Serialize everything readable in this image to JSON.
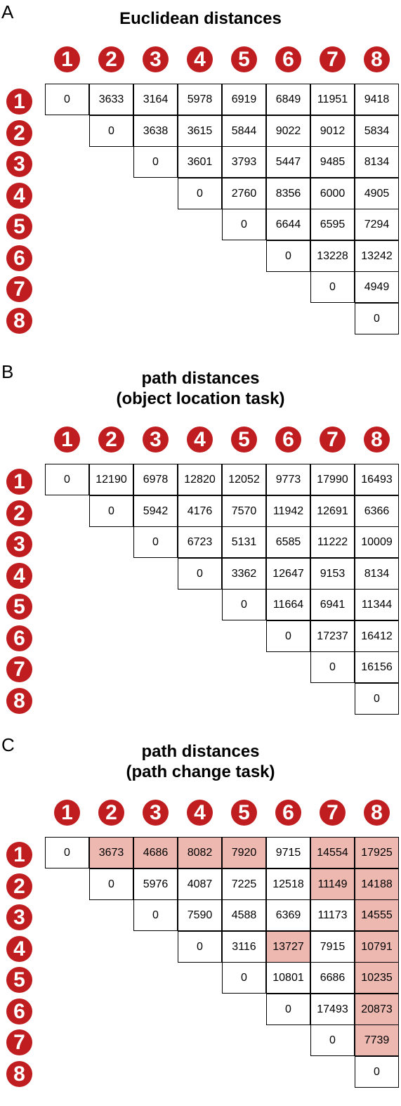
{
  "highlight_color": "#ecb8b0",
  "badge_color": "#c01d20",
  "labels": [
    "1",
    "2",
    "3",
    "4",
    "5",
    "6",
    "7",
    "8"
  ],
  "panels": [
    {
      "letter": "A",
      "title_lines": [
        "Euclidean distances"
      ],
      "rows": [
        [
          "0",
          "3633",
          "3164",
          "5978",
          "6919",
          "6849",
          "11951",
          "9418"
        ],
        [
          "0",
          "3638",
          "3615",
          "5844",
          "9022",
          "9012",
          "5834"
        ],
        [
          "0",
          "3601",
          "3793",
          "5447",
          "9485",
          "8134"
        ],
        [
          "0",
          "2760",
          "8356",
          "6000",
          "4905"
        ],
        [
          "0",
          "6644",
          "6595",
          "7294"
        ],
        [
          "0",
          "13228",
          "13242"
        ],
        [
          "0",
          "4949"
        ],
        [
          "0"
        ]
      ],
      "highlighted": []
    },
    {
      "letter": "B",
      "title_lines": [
        "path distances",
        "(object location task)"
      ],
      "rows": [
        [
          "0",
          "12190",
          "6978",
          "12820",
          "12052",
          "9773",
          "17990",
          "16493"
        ],
        [
          "0",
          "5942",
          "4176",
          "7570",
          "11942",
          "12691",
          "6366"
        ],
        [
          "0",
          "6723",
          "5131",
          "6585",
          "11222",
          "10009"
        ],
        [
          "0",
          "3362",
          "12647",
          "9153",
          "8134"
        ],
        [
          "0",
          "11664",
          "6941",
          "11344"
        ],
        [
          "0",
          "17237",
          "16412"
        ],
        [
          "0",
          "16156"
        ],
        [
          "0"
        ]
      ],
      "highlighted": []
    },
    {
      "letter": "C",
      "title_lines": [
        "path distances",
        "(path change task)"
      ],
      "rows": [
        [
          "0",
          "3673",
          "4686",
          "8082",
          "7920",
          "9715",
          "14554",
          "17925"
        ],
        [
          "0",
          "5976",
          "4087",
          "7225",
          "12518",
          "11149",
          "14188"
        ],
        [
          "0",
          "7590",
          "4588",
          "6369",
          "11173",
          "14555"
        ],
        [
          "0",
          "3116",
          "13727",
          "7915",
          "10791"
        ],
        [
          "0",
          "10801",
          "6686",
          "10235"
        ],
        [
          "0",
          "17493",
          "20873"
        ],
        [
          "0",
          "7739"
        ],
        [
          "0"
        ]
      ],
      "highlighted": [
        [
          1,
          2
        ],
        [
          1,
          3
        ],
        [
          1,
          4
        ],
        [
          1,
          5
        ],
        [
          1,
          7
        ],
        [
          1,
          8
        ],
        [
          2,
          7
        ],
        [
          2,
          8
        ],
        [
          3,
          8
        ],
        [
          4,
          6
        ],
        [
          4,
          8
        ],
        [
          5,
          8
        ],
        [
          6,
          8
        ],
        [
          7,
          8
        ]
      ]
    }
  ]
}
